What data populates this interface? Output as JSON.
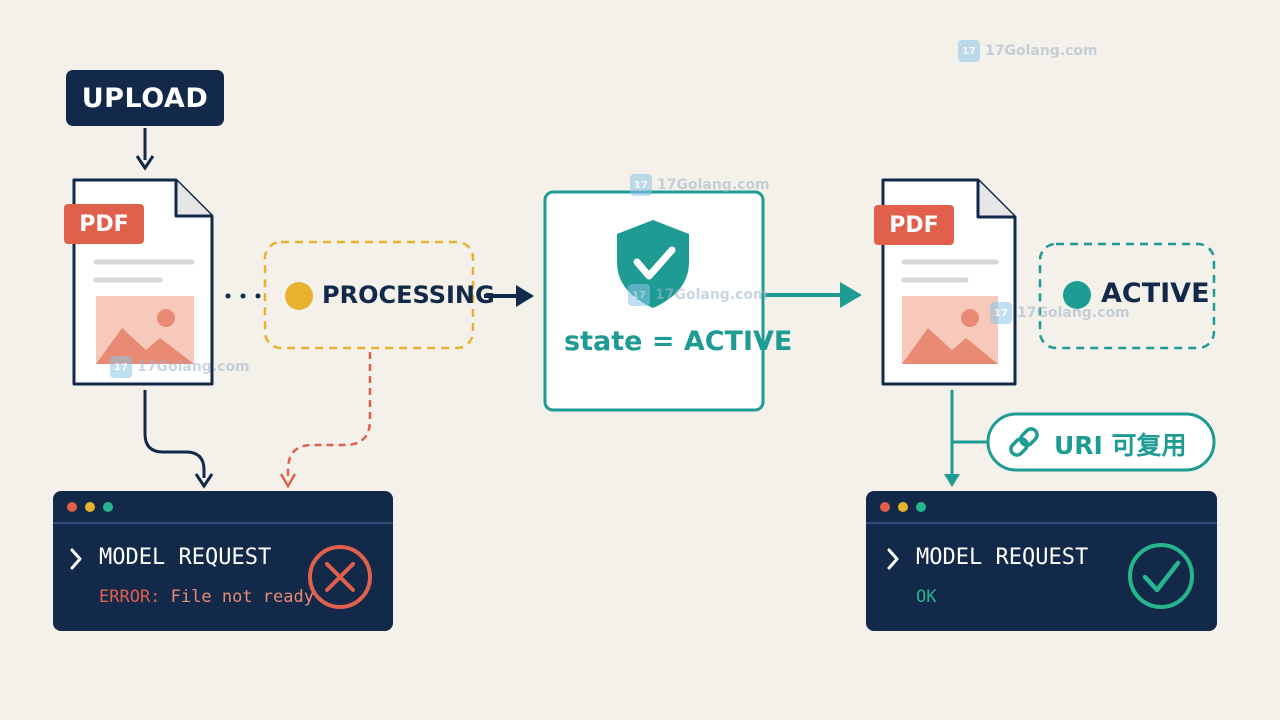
{
  "upload": {
    "label": "UPLOAD"
  },
  "left_doc": {
    "tag": "PDF"
  },
  "processing": {
    "label": "PROCESSING",
    "color": "#e8b22e"
  },
  "state_box": {
    "label": "state = ACTIVE",
    "icon": "shield-check-icon",
    "color": "#1e9b93"
  },
  "right_doc": {
    "tag": "PDF"
  },
  "active": {
    "label": "ACTIVE",
    "color": "#1e9b93"
  },
  "uri_badge": {
    "label": "URI 可复用",
    "icon": "link-icon"
  },
  "left_terminal": {
    "title": "MODEL REQUEST",
    "status_prefix": "ERROR:",
    "status_text": " File not ready",
    "status_color": "#e0604b",
    "icon": "error-x-icon"
  },
  "right_terminal": {
    "title": "MODEL REQUEST",
    "status": "OK",
    "status_color": "#27b58d",
    "icon": "success-check-icon"
  },
  "watermark": {
    "text": "17Golang.com"
  },
  "colors": {
    "navy": "#13294a",
    "teal": "#1e9b93",
    "red": "#e0604b",
    "yellow": "#e8b22e",
    "background": "#f4f1ea"
  }
}
